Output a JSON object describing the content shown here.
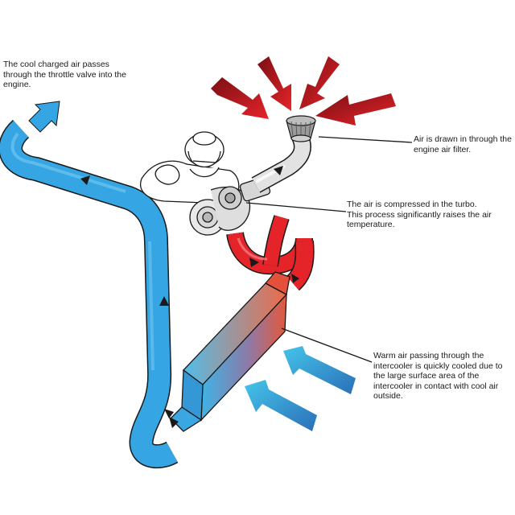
{
  "labels": {
    "cool_air": "The cool charged air passes through the throttle valve into the engine.",
    "air_filter": "Air is drawn in through the engine air filter.",
    "turbo": "The air is compressed in the turbo. This process significantly raises the air temperature.",
    "intercooler": "Warm air passing through the intercooler is quickly cooled due to the large surface area of the intercooler in contact with cool air outside."
  },
  "colors": {
    "cool_pipe": "#35a6e3",
    "hot_pipe": "#e5242a",
    "intake_arrow": "#b81c24",
    "outside_air_arrow": "#2f86c6"
  }
}
